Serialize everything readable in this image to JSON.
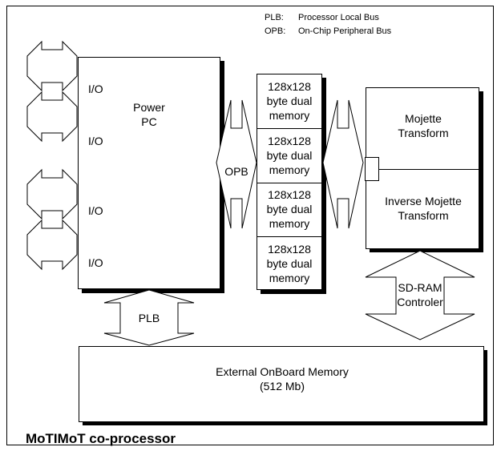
{
  "legend": {
    "plb_abbr": "PLB:",
    "plb_full": "Processor Local Bus",
    "opb_abbr": "OPB:",
    "opb_full": "On-Chip Peripheral Bus"
  },
  "powerpc": {
    "line1": "Power",
    "line2": "PC"
  },
  "io_ports": [
    "I/O",
    "I/O",
    "I/O",
    "I/O"
  ],
  "opb_label": "OPB",
  "memories": [
    {
      "line1": "128x128",
      "line2": "byte dual",
      "line3": "memory"
    },
    {
      "line1": "128x128",
      "line2": "byte dual",
      "line3": "memory"
    },
    {
      "line1": "128x128",
      "line2": "byte dual",
      "line3": "memory"
    },
    {
      "line1": "128x128",
      "line2": "byte dual",
      "line3": "memory"
    }
  ],
  "mojette": {
    "line1": "Mojette",
    "line2": "Transform"
  },
  "inverse_mojette": {
    "line1": "Inverse Mojette",
    "line2": "Transform"
  },
  "sdram": {
    "line1": "SD-RAM",
    "line2": "Controler"
  },
  "plb_label": "PLB",
  "external_memory": {
    "line1": "External OnBoard Memory",
    "line2": "(512 Mb)"
  },
  "caption": "MoTIMoT co-processor"
}
